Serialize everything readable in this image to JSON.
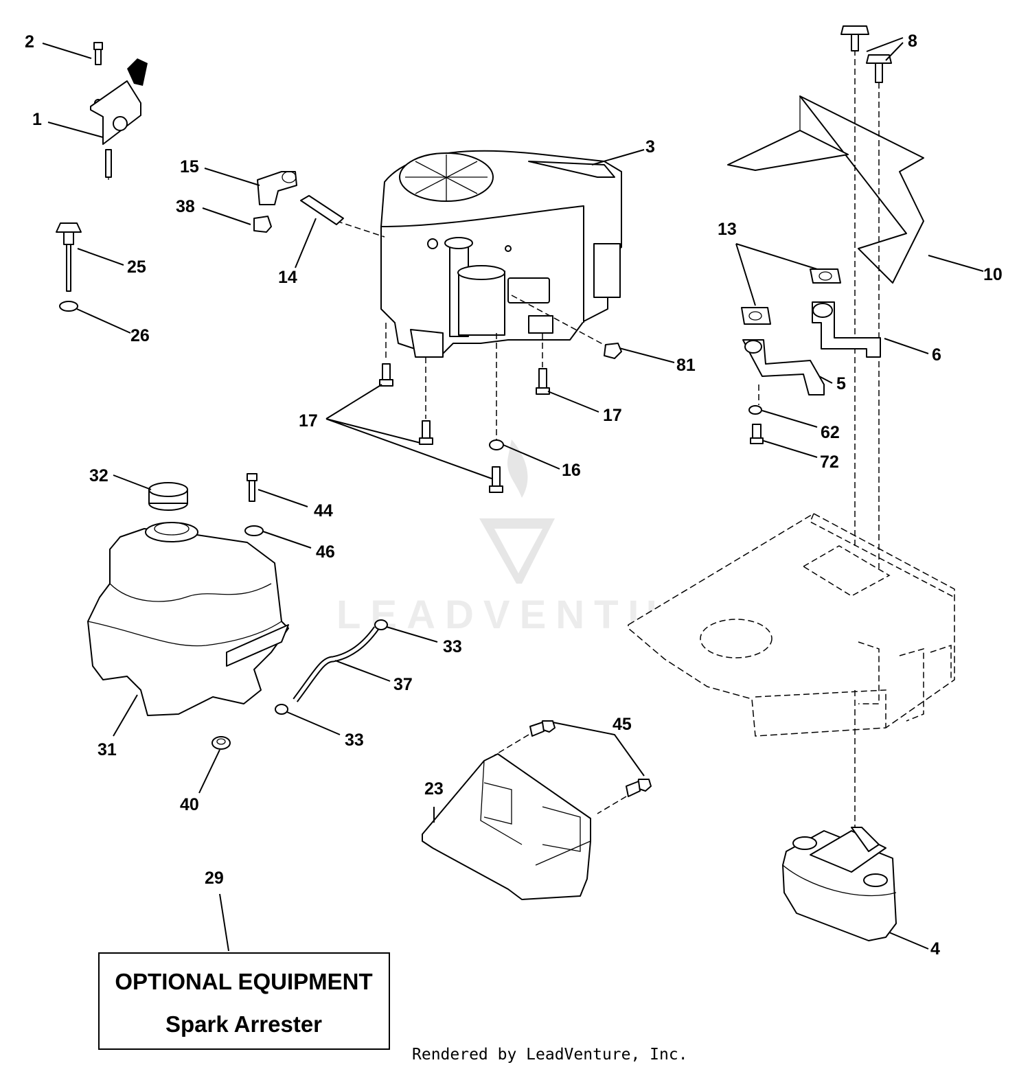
{
  "watermark": "LEADVENTURE",
  "optional_box": {
    "title": "OPTIONAL EQUIPMENT",
    "subtitle": "Spark Arrester"
  },
  "credit": "Rendered by LeadVenture, Inc.",
  "callouts": {
    "c1": "1",
    "c2": "2",
    "c3": "3",
    "c4": "4",
    "c5": "5",
    "c6": "6",
    "c8": "8",
    "c10": "10",
    "c13": "13",
    "c14": "14",
    "c15": "15",
    "c16": "16",
    "c17a": "17",
    "c17b": "17",
    "c23": "23",
    "c25": "25",
    "c26": "26",
    "c29": "29",
    "c31": "31",
    "c32": "32",
    "c33a": "33",
    "c33b": "33",
    "c37": "37",
    "c38": "38",
    "c40": "40",
    "c44": "44",
    "c45": "45",
    "c46": "46",
    "c62": "62",
    "c72": "72",
    "c81": "81"
  }
}
